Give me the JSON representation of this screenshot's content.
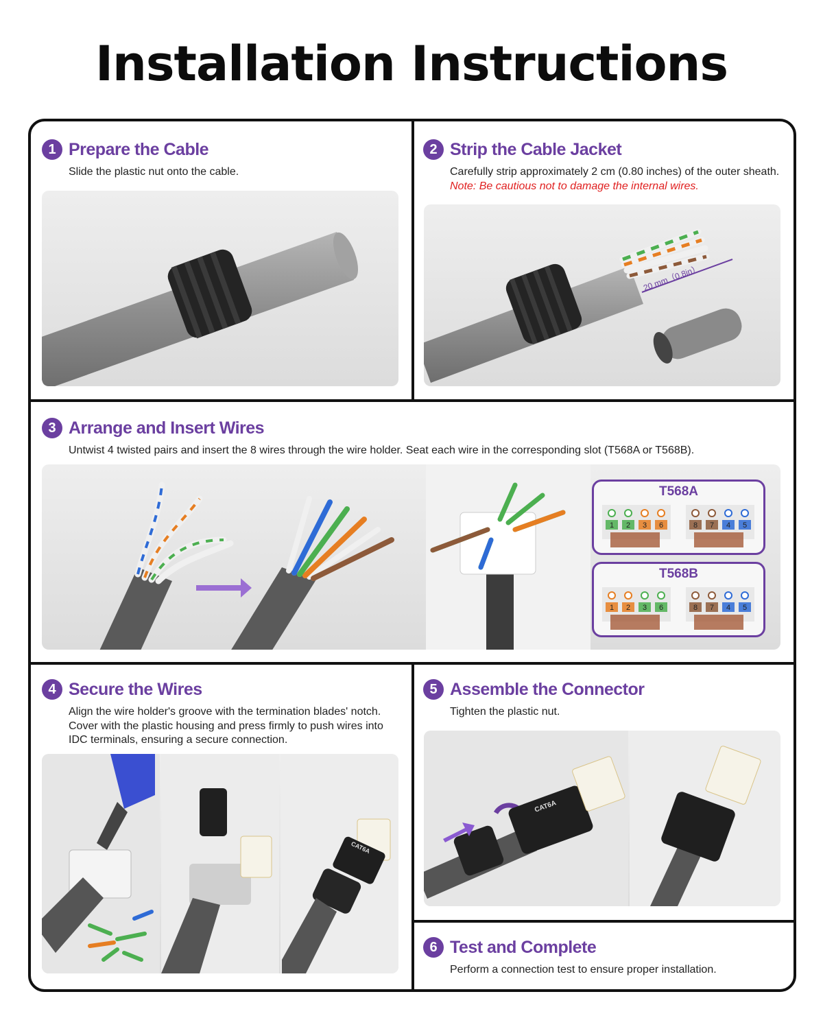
{
  "title": "Installation Instructions",
  "colors": {
    "accent": "#6b3fa0",
    "note": "#e02020",
    "border": "#111111",
    "cable": "#8e8e8e",
    "nut": "#242424"
  },
  "steps": [
    {
      "number": "1",
      "title": "Prepare the Cable",
      "description": "Slide the plastic nut onto the cable."
    },
    {
      "number": "2",
      "title": "Strip the Cable Jacket",
      "description": "Carefully strip approximately 2 cm (0.80 inches) of the outer sheath.",
      "note": "Note: Be cautious not to damage the internal wires.",
      "measure_label": "20 mm（0.8in）"
    },
    {
      "number": "3",
      "title": "Arrange and Insert Wires",
      "description": "Untwist 4 twisted pairs and insert the 8 wires through the wire holder. Seat each wire in the corresponding slot (T568A or T568B).",
      "standards": [
        {
          "name": "T568A",
          "left_pins": [
            "1",
            "2",
            "3",
            "6"
          ],
          "right_pins": [
            "8",
            "7",
            "4",
            "5"
          ],
          "left_colors": [
            "#4caf50",
            "#4caf50",
            "#e67e22",
            "#e67e22"
          ],
          "right_colors": [
            "#8d5a3a",
            "#8d5a3a",
            "#2e6bd6",
            "#2e6bd6"
          ]
        },
        {
          "name": "T568B",
          "left_pins": [
            "1",
            "2",
            "3",
            "6"
          ],
          "right_pins": [
            "8",
            "7",
            "4",
            "5"
          ],
          "left_colors": [
            "#e67e22",
            "#e67e22",
            "#4caf50",
            "#4caf50"
          ],
          "right_colors": [
            "#8d5a3a",
            "#8d5a3a",
            "#2e6bd6",
            "#2e6bd6"
          ]
        }
      ]
    },
    {
      "number": "4",
      "title": "Secure the Wires",
      "description": "Align the wire holder's groove with the termination blades' notch. Cover with the plastic housing and press firmly to push wires into IDC terminals, ensuring a secure connection.",
      "plug_label": "CAT6A"
    },
    {
      "number": "5",
      "title": "Assemble the Connector",
      "description": "Tighten the plastic nut.",
      "plug_label": "CAT6A"
    },
    {
      "number": "6",
      "title": "Test and Complete",
      "description": "Perform a connection test to ensure proper installation."
    }
  ]
}
